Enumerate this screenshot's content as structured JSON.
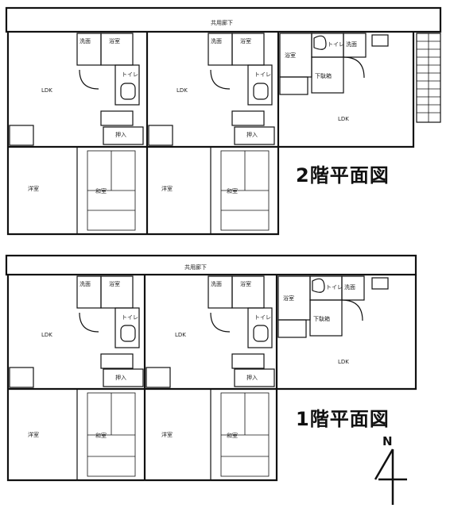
{
  "floor2": {
    "title": "2階平面図",
    "rooms": {
      "corridor": "共用廊下",
      "a_ldk": "LDK",
      "a_western": "洋室",
      "a_japanese": "和室",
      "a_bath": "浴室",
      "a_toilet": "トイレ",
      "a_wash": "洗面",
      "a_closet": "押入",
      "b_ldk": "LDK",
      "b_western": "洋室",
      "b_japanese": "和室",
      "b_bath": "浴室",
      "b_toilet": "トイレ",
      "b_wash": "洗面",
      "b_closet": "押入",
      "c_ldk": "LDK",
      "c_bath": "浴室",
      "c_toilet": "トイレ",
      "c_wash": "洗面",
      "c_shoes": "下駄箱"
    }
  },
  "floor1": {
    "title": "1階平面図",
    "rooms": {
      "corridor": "共用廊下",
      "a_ldk": "LDK",
      "a_western": "洋室",
      "a_japanese": "和室",
      "a_bath": "浴室",
      "a_toilet": "トイレ",
      "a_wash": "洗面",
      "a_closet": "押入",
      "b_ldk": "LDK",
      "b_western": "洋室",
      "b_japanese": "和室",
      "b_bath": "浴室",
      "b_toilet": "トイレ",
      "b_wash": "洗面",
      "b_closet": "押入",
      "c_ldk": "LDK",
      "c_bath": "浴室",
      "c_toilet": "トイレ",
      "c_wash": "洗面",
      "c_shoes": "下駄箱"
    }
  },
  "compass": {
    "label": "N",
    "icon": "north-arrow-icon"
  }
}
